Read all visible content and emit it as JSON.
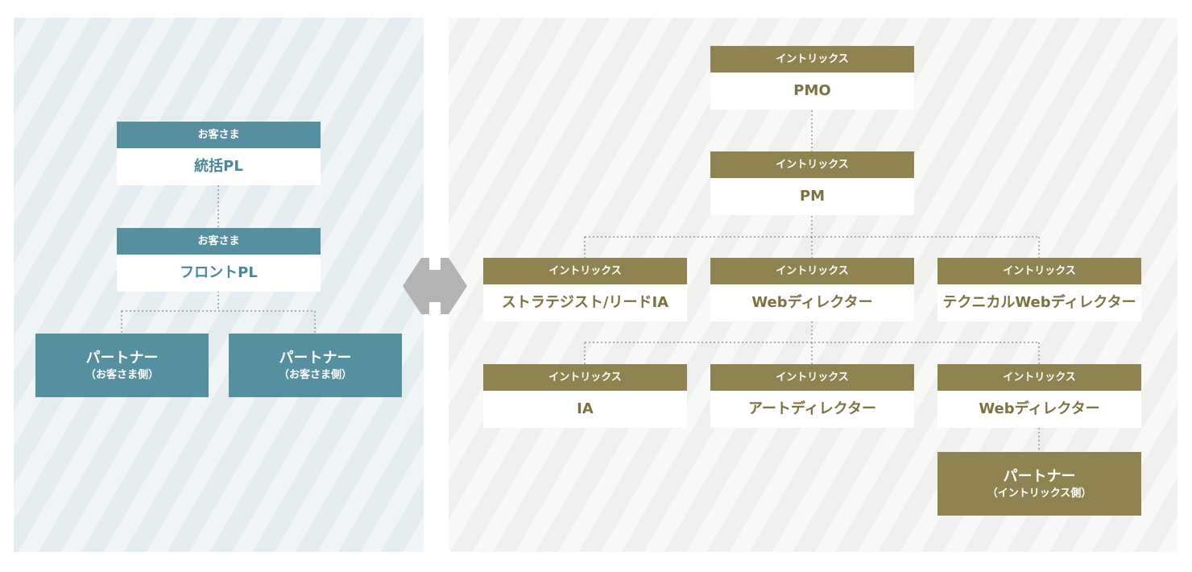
{
  "colors": {
    "customer": "#5690a0",
    "intrix": "#8f8451",
    "connector": "#999999",
    "arrow": "#b3b3b3"
  },
  "customer_side": {
    "pl_overall": {
      "org": "お客さま",
      "role": "統括PL"
    },
    "pl_front": {
      "org": "お客さま",
      "role": "フロントPL"
    },
    "partners": [
      {
        "role": "パートナー",
        "note": "（お客さま側）"
      },
      {
        "role": "パートナー",
        "note": "（お客さま側）"
      }
    ]
  },
  "exchange_icon": "double-arrow-icon",
  "intrix_side": {
    "pmo": {
      "org": "イントリックス",
      "role": "PMO"
    },
    "pm": {
      "org": "イントリックス",
      "role": "PM"
    },
    "level1": [
      {
        "org": "イントリックス",
        "role": "ストラテジスト/リードIA"
      },
      {
        "org": "イントリックス",
        "role": "Webディレクター"
      },
      {
        "org": "イントリックス",
        "role": "テクニカルWebディレクター"
      }
    ],
    "level2": [
      {
        "org": "イントリックス",
        "role": "IA"
      },
      {
        "org": "イントリックス",
        "role": "アートディレクター"
      },
      {
        "org": "イントリックス",
        "role": "Webディレクター"
      }
    ],
    "partner": {
      "role": "パートナー",
      "note": "（イントリックス側）"
    }
  }
}
